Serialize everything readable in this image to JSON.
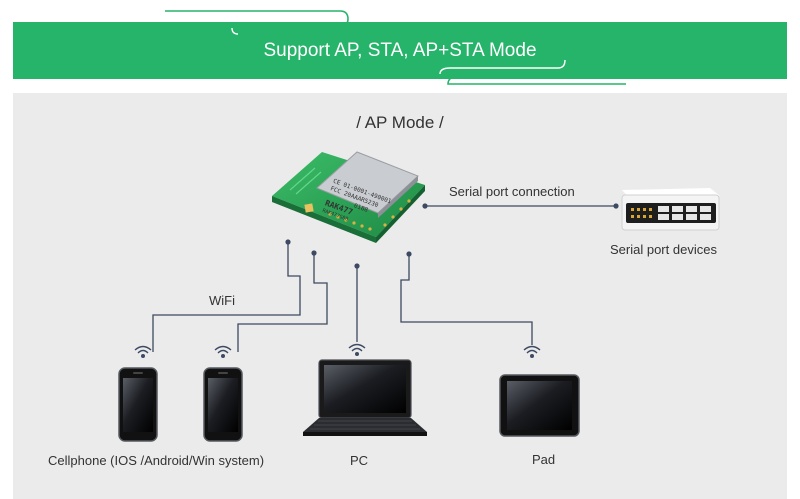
{
  "header": {
    "title": "Support AP, STA, AP+STA Mode"
  },
  "diagram": {
    "mode_title": "/ AP Mode /",
    "labels": {
      "serial_connection": "Serial port connection",
      "serial_devices": "Serial port devices",
      "wifi": "WiFi",
      "cellphone": "Cellphone (IOS /Android/Win system)",
      "pc": "PC",
      "pad": "Pad"
    },
    "module": {
      "line1": "CE 01-0001-490001",
      "line2": "FCC 20AAAR5230",
      "line3": "0188",
      "brand": "RAK477",
      "model": "RAK477G08"
    }
  },
  "colors": {
    "banner": "#26b36a",
    "panel": "#ebebeb",
    "pcb": "#2fa657",
    "line": "#3d4a63"
  },
  "icons": [
    "wifi-signal-icon",
    "cellphone-icon",
    "laptop-icon",
    "tablet-icon",
    "serial-device-icon",
    "wifi-module-icon"
  ]
}
